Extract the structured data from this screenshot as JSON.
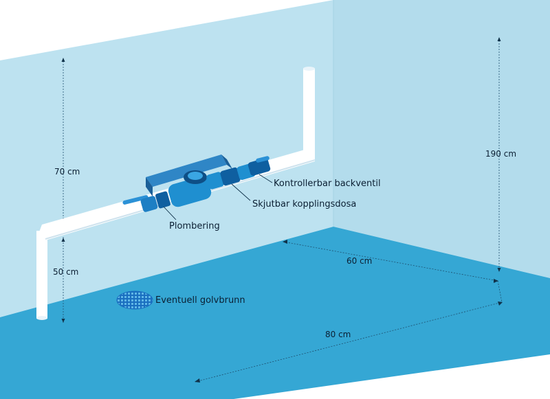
{
  "colors": {
    "back_wall": "#bde2f0",
    "right_wall": "#b3dcec",
    "floor": "#35a7d4",
    "pipe": "#ffffff",
    "device": "#1f8fd0",
    "device_dark": "#0f5fa0"
  },
  "dimensions": {
    "wall_height_left": "70 cm",
    "pipe_height": "50 cm",
    "room_height": "190 cm",
    "depth": "60 cm",
    "width": "80 cm"
  },
  "labels": {
    "backventil": "Kontrollerbar backventil",
    "kopplingsdosa": "Skjutbar kopplingsdosa",
    "plombering": "Plombering",
    "golvbrunn": "Eventuell golvbrunn"
  }
}
